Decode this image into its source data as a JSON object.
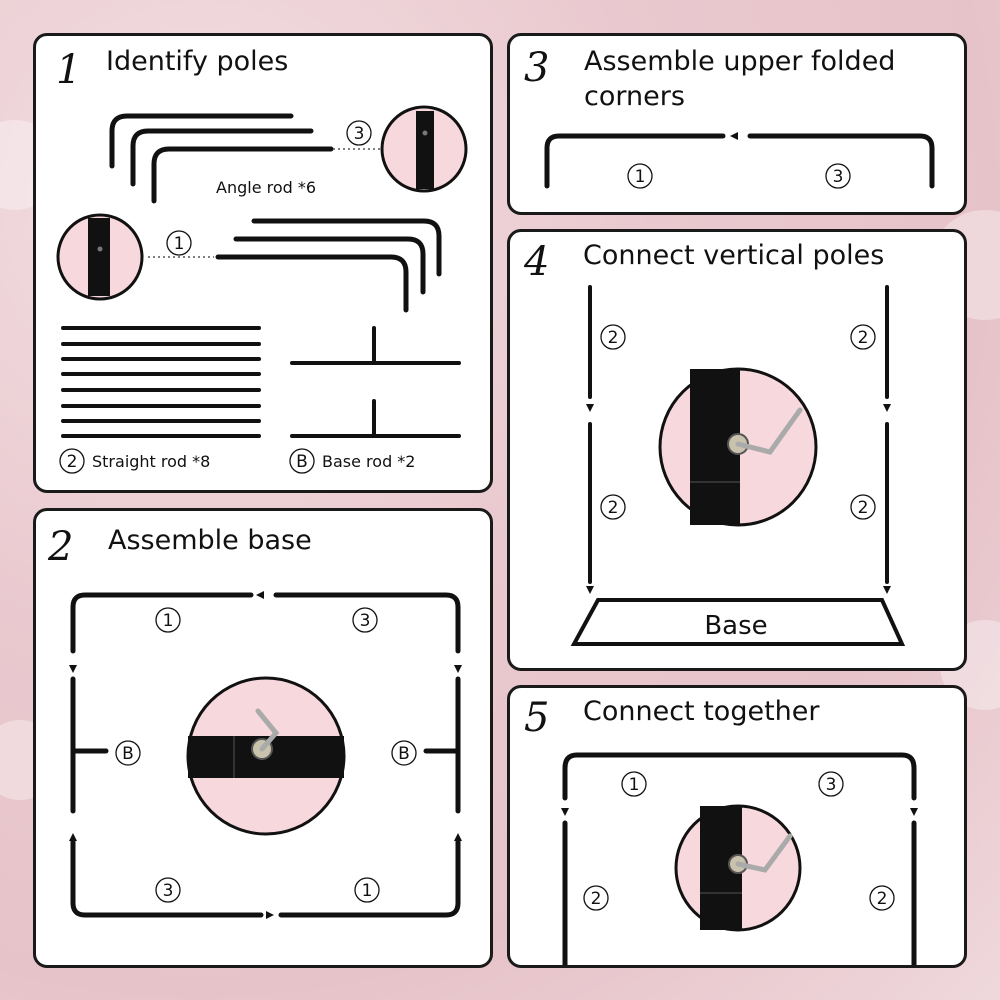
{
  "steps": [
    {
      "number": "1",
      "title": "Identify poles"
    },
    {
      "number": "2",
      "title": "Assemble base"
    },
    {
      "number": "3",
      "title": "Assemble upper folded corners"
    },
    {
      "number": "4",
      "title": "Connect vertical poles"
    },
    {
      "number": "5",
      "title": "Connect together"
    }
  ],
  "parts": {
    "angle_rod": "Angle rod *6",
    "straight_rod": "Straight rod *8",
    "base_rod": "Base rod *2",
    "base": "Base"
  },
  "markers": {
    "one": "1",
    "two": "2",
    "three": "3",
    "b": "B"
  },
  "colors": {
    "pole": "#111111",
    "panel_border": "#1a1a1a",
    "zoom_bg": "#f6d8dd"
  }
}
